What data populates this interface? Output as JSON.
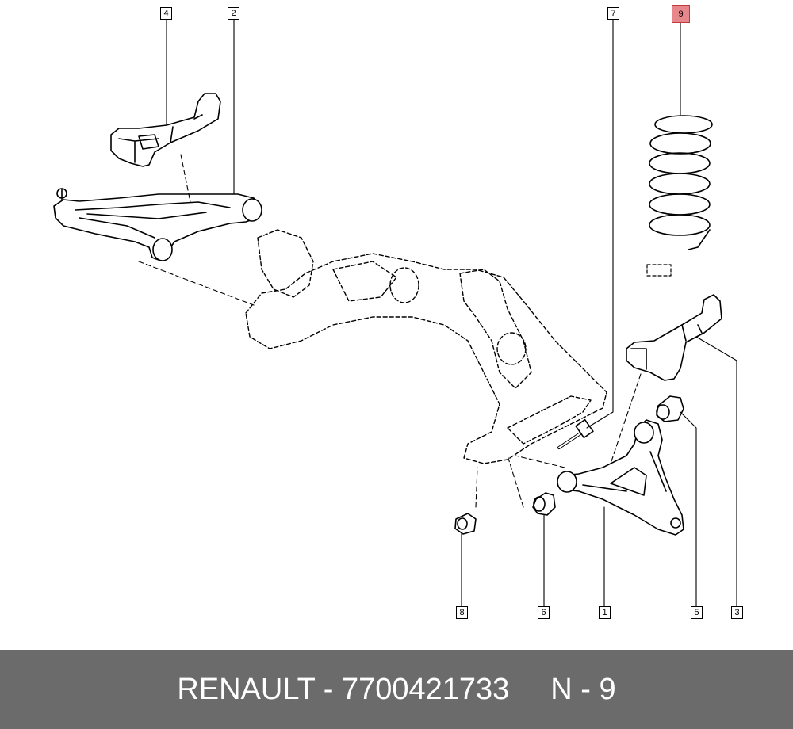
{
  "callouts": {
    "c1": "1",
    "c2": "2",
    "c3": "3",
    "c4": "4",
    "c5": "5",
    "c6": "6",
    "c7": "7",
    "c8": "8",
    "c9": "9"
  },
  "highlight_color": "#e8878b",
  "footer": {
    "brand_part": "RENAULT - 7700421733",
    "ref": "N - 9",
    "background": "#6b6b6b"
  }
}
